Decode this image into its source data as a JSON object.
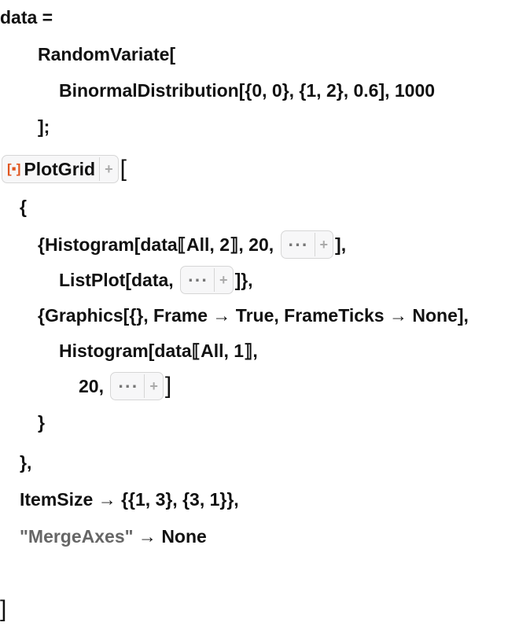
{
  "code": {
    "l1": "data =",
    "l2": "RandomVariate[",
    "l3": "BinormalDistribution[{0, 0}, {1, 2}, 0.6], 1000",
    "l4": "];",
    "plotgrid": "PlotGrid",
    "resource_icon": "[▪]",
    "plus_icon": "+",
    "open_bracket": "[",
    "l6": "{",
    "l7a": "{Histogram[data⟦All, 2⟧, 20, ",
    "l7b": "],",
    "l8a": "ListPlot[data, ",
    "l8b": "]},",
    "l9": "{Graphics[{}, Frame → True, FrameTicks → None],",
    "l10": "Histogram[data⟦All, 1⟧,",
    "l11a": "20, ",
    "l11b": "]",
    "l12": "}",
    "l13": "},",
    "l14": "ItemSize → {{1, 3}, {3, 1}},",
    "l15_string": "\"MergeAxes\"",
    "l15b": " → None",
    "l16": "]",
    "ellipsis": "···"
  }
}
